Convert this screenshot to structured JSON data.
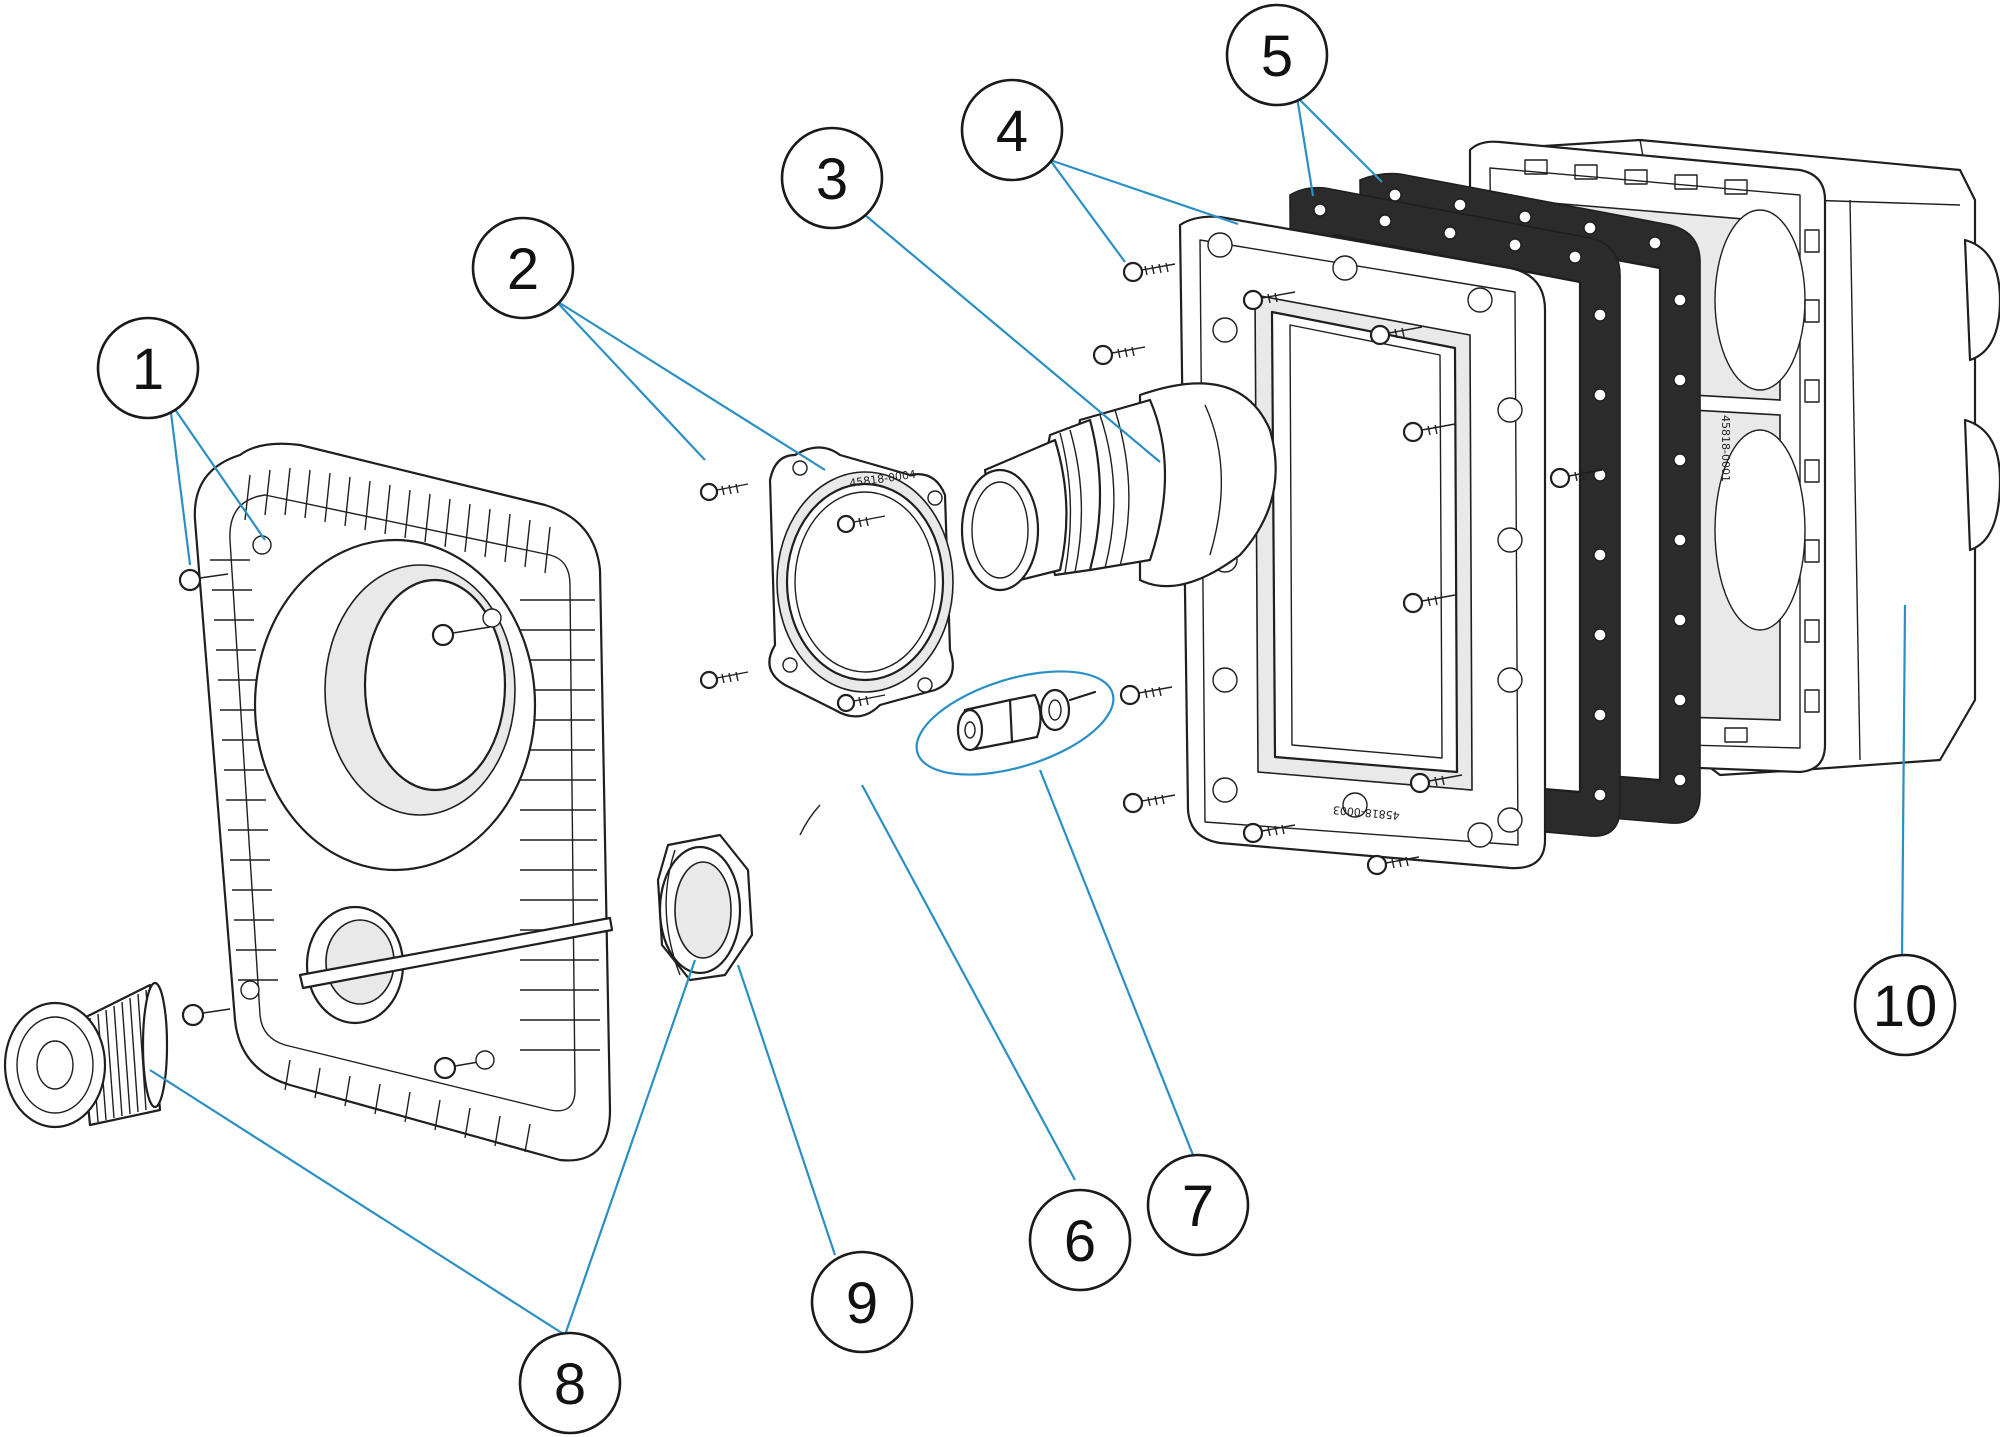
{
  "diagram": {
    "callouts": [
      {
        "id": "1",
        "label": "1"
      },
      {
        "id": "2",
        "label": "2"
      },
      {
        "id": "3",
        "label": "3"
      },
      {
        "id": "4",
        "label": "4"
      },
      {
        "id": "5",
        "label": "5"
      },
      {
        "id": "6",
        "label": "6"
      },
      {
        "id": "7",
        "label": "7"
      },
      {
        "id": "8",
        "label": "8"
      },
      {
        "id": "9",
        "label": "9"
      },
      {
        "id": "10",
        "label": "10"
      }
    ],
    "part_codes": {
      "ring": "45818-0004",
      "frame": "45818-0003",
      "box": "45818-0001"
    },
    "colors": {
      "leader": "#2a8fc4",
      "line": "#1f1f1f",
      "gasket": "#2b2b2b"
    }
  }
}
